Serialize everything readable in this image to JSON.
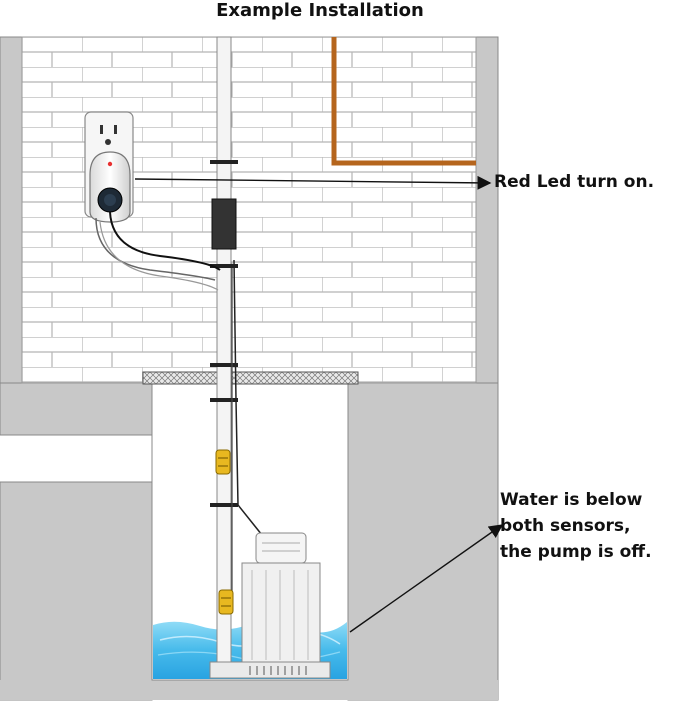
{
  "title": "Example Installation",
  "callouts": {
    "led": "Red Led turn on.",
    "water": [
      "Water is below",
      "both sensors,",
      "the pump is off."
    ]
  },
  "colors": {
    "wall": "#c8c8c8",
    "brick_bg": "#ffffff",
    "brick_line": "#b5b5b5",
    "copper_pipe": "#b5651d",
    "water": "#5ec8f0",
    "sensor": "#e8b820",
    "text": "#111111"
  },
  "icons": {
    "outlet": "wall-outlet-icon",
    "controller": "pump-controller-icon",
    "pump": "sump-pump-icon",
    "sensor": "float-sensor-icon"
  }
}
